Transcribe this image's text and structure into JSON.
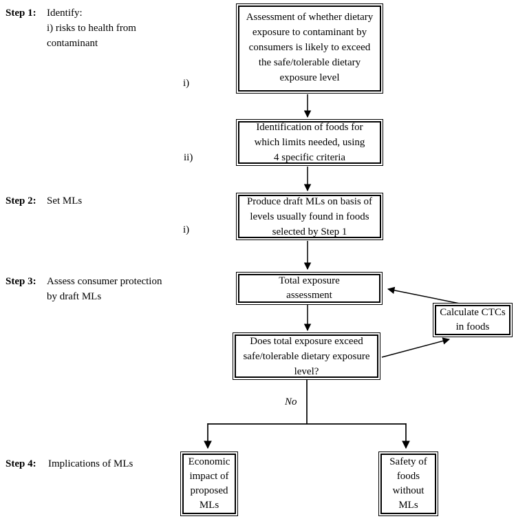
{
  "diagram": {
    "steps": [
      {
        "label": "Step 1:",
        "text": "Identify:\ni) risks to health from\ncontaminant"
      },
      {
        "label": "Step 2:",
        "text": "Set MLs"
      },
      {
        "label": "Step 3:",
        "text": "Assess consumer protection\nby draft MLs"
      },
      {
        "label": "Step 4:",
        "text": "Implications of MLs"
      }
    ],
    "markers": {
      "step1_i": "i)",
      "step1_ii": "ii)",
      "step2_i": "i)",
      "no_branch": "No"
    },
    "boxes": {
      "assessment": "Assessment of whether dietary\nexposure to contaminant by\nconsumers is likely to exceed\nthe safe/tolerable dietary\nexposure level",
      "identification": "Identification of foods for\nwhich limits needed, using\n4 specific criteria",
      "draft_mls": "Produce draft MLs on basis of\nlevels usually found in foods\nselected by Step 1",
      "total_exposure": "Total exposure\nassessment",
      "calculate_ctcs": "Calculate CTCs\nin foods",
      "exceed_question": "Does total exposure exceed\nsafe/tolerable dietary exposure\nlevel?",
      "economic_impact": "Economic\nimpact of\nproposed\nMLs",
      "safety_without": "Safety of\nfoods\nwithout\nMLs"
    },
    "colors": {
      "line": "#000000",
      "background": "#ffffff"
    }
  }
}
